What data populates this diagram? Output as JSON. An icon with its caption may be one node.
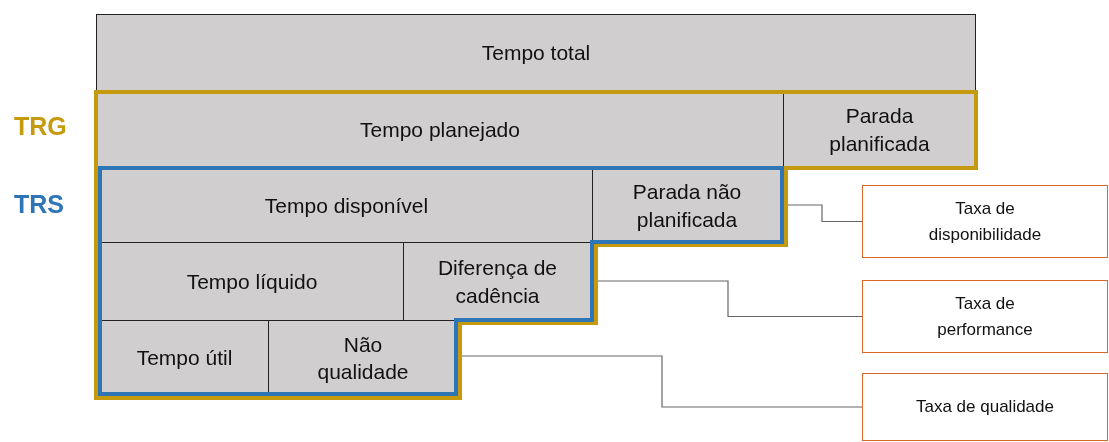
{
  "diagram": {
    "nodes": [
      {
        "text": [
          "Tempo total"
        ]
      },
      {
        "text": [
          "Tempo planejado"
        ]
      },
      {
        "text": [
          "Parada planificada"
        ]
      },
      {
        "text": [
          "Tempo disponível"
        ]
      },
      {
        "text": [
          "Parada não planificada"
        ]
      },
      {
        "text": [
          "Tempo líquido"
        ]
      },
      {
        "text": [
          "Diferença de cadência"
        ]
      },
      {
        "text": [
          "Tempo útil"
        ]
      },
      {
        "text": [
          "Não qualidade"
        ]
      },
      {
        "text": [
          "Taxa de disponibilidade"
        ]
      },
      {
        "text": [
          "Taxa de performance"
        ]
      },
      {
        "text": [
          "Taxa de qualidade"
        ]
      }
    ],
    "edges": [
      {
        "from": 9,
        "to": 4,
        "arrow": "none"
      },
      {
        "from": 10,
        "to": 6,
        "arrow": "none"
      },
      {
        "from": 11,
        "to": 8,
        "arrow": "none"
      }
    ],
    "labels": [
      "TRG",
      "TRS"
    ]
  }
}
